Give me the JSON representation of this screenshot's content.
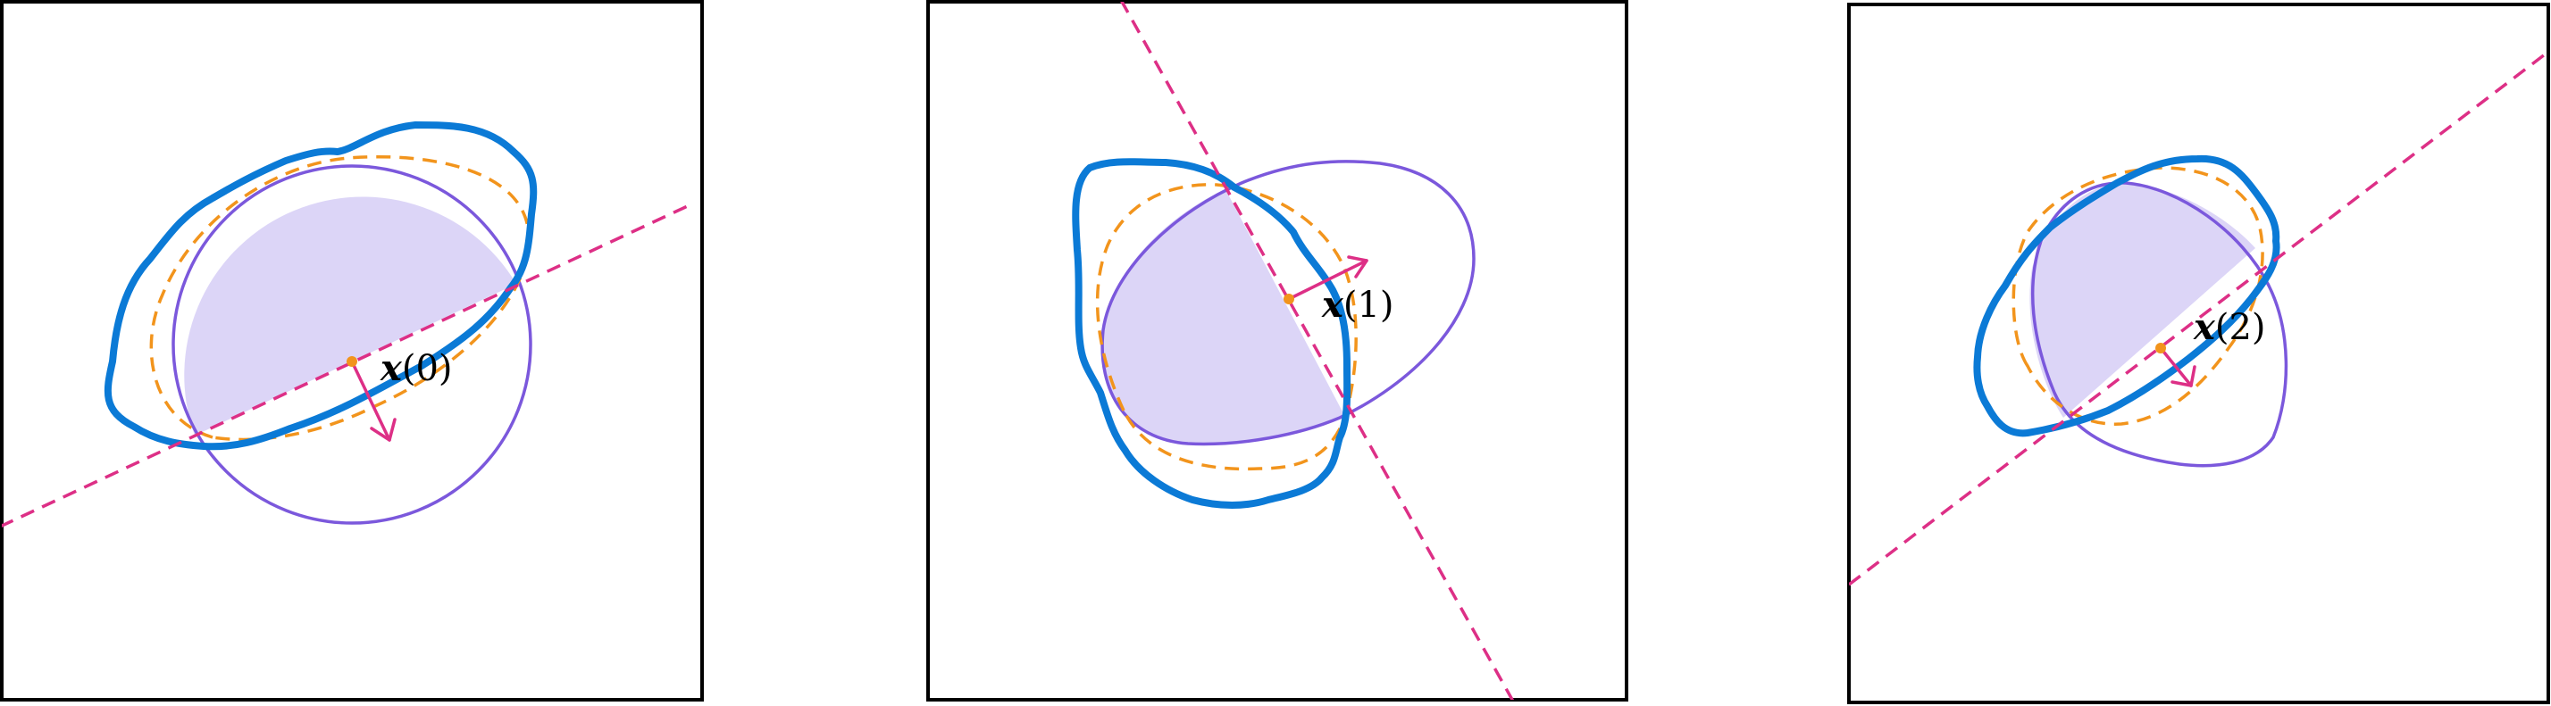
{
  "colors": {
    "frame": "#000000",
    "fill": "#dcd5f7",
    "outline": "#7b58dc",
    "dashed_curve": "#f2941c",
    "thick_curve": "#0b7ad6",
    "cut_line": "#dd2f86",
    "center_point": "#f2941c"
  },
  "panels": [
    {
      "variable": "x",
      "index_text": "(0)"
    },
    {
      "variable": "x",
      "index_text": "(1)"
    },
    {
      "variable": "x",
      "index_text": "(2)"
    }
  ]
}
